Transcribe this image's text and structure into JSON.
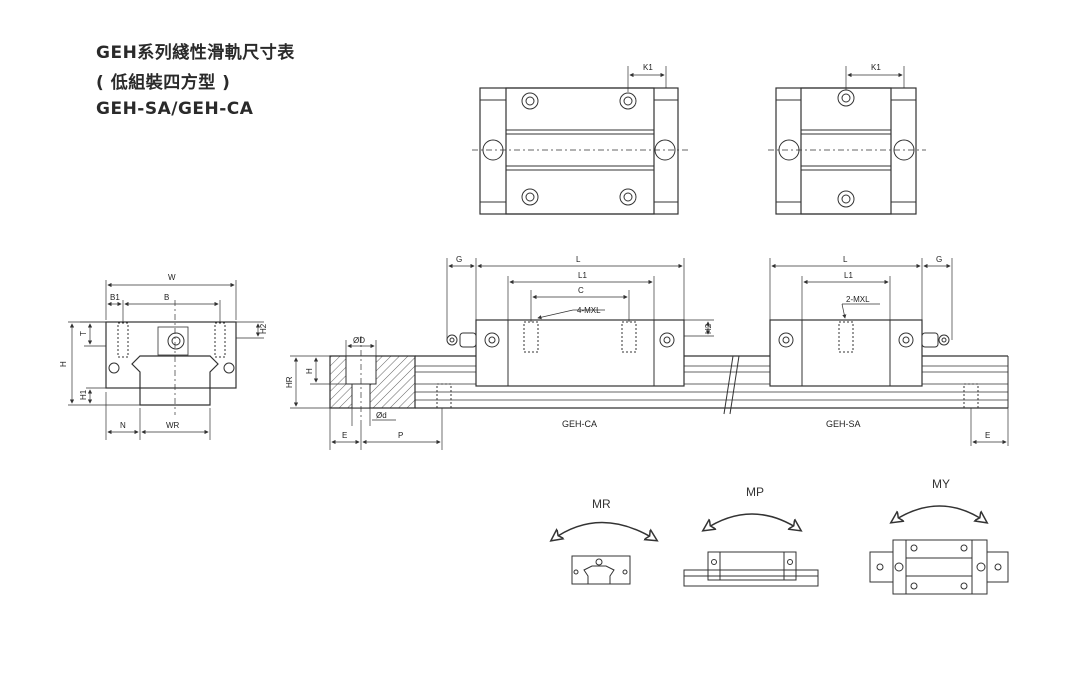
{
  "header": {
    "title_line1": "GEH系列綫性滑軌尺寸表",
    "title_line2": "( 低組裝四方型 )",
    "title_line3": "GEH-SA/GEH-CA"
  },
  "labels": {
    "K1_left": "K1",
    "K1_right": "K1",
    "W": "W",
    "B1": "B1",
    "B": "B",
    "T": "T",
    "H2_front": "H2",
    "H": "H",
    "H1": "H1",
    "N": "N",
    "WR": "WR",
    "phiD": "ØD",
    "phid": "Ød",
    "HR": "HR",
    "H_rail": "H",
    "E_left": "E",
    "P": "P",
    "G_left": "G",
    "L_ca": "L",
    "L1_ca": "L1",
    "C": "C",
    "mxl_ca": "4-MXL",
    "H2_side": "H2",
    "name_ca": "GEH-CA",
    "L_sa": "L",
    "L1_sa": "L1",
    "mxl_sa": "2-MXL",
    "G_right": "G",
    "name_sa": "GEH-SA",
    "E_right": "E",
    "MR": "MR",
    "MP": "MP",
    "MY": "MY"
  },
  "colors": {
    "line": "#333333",
    "hatch": "#666666"
  }
}
